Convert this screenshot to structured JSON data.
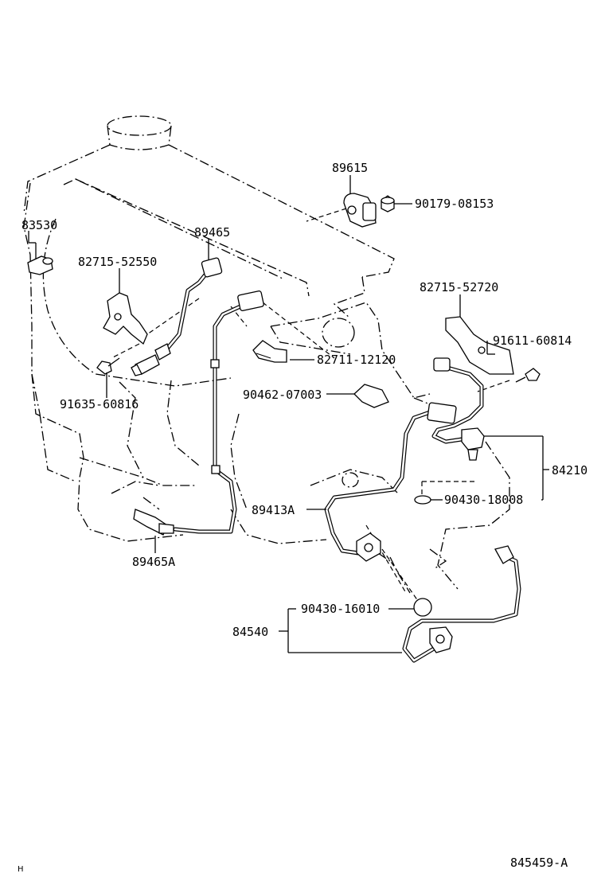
{
  "labels": {
    "p89615": "89615",
    "p90179": "90179-08153",
    "p83530": "83530",
    "p89465": "89465",
    "p82715_52550": "82715-52550",
    "p82711": "82711-12120",
    "p90462": "90462-07003",
    "p91635": "91635-60816",
    "p82715_52720": "82715-52720",
    "p91611": "91611-60814",
    "p84210": "84210",
    "p90430_18008": "90430-18008",
    "p89413A": "89413A",
    "p89465A": "89465A",
    "p90430_16010": "90430-16010",
    "p84540": "84540",
    "corner_mark": "H",
    "diagram_id": "845459-A"
  }
}
